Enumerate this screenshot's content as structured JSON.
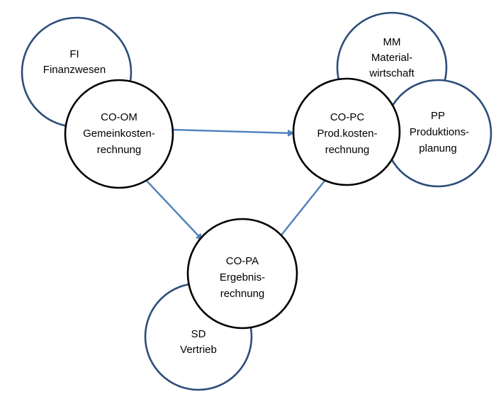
{
  "colors": {
    "module_border": "#2c4d7a",
    "core_border": "#000000",
    "arrow": "#4f7fbd"
  },
  "modules": {
    "fi": {
      "line1": "FI",
      "line2": "Finanzwesen"
    },
    "mm": {
      "line1": "MM",
      "line2": "Material-",
      "line3": "wirtschaft"
    },
    "pp": {
      "line1": "PP",
      "line2": "Produktions-",
      "line3": "planung"
    },
    "sd": {
      "line1": "SD",
      "line2": "Vertrieb"
    },
    "co_om": {
      "line1": "CO-OM",
      "line2": "Gemeinkosten-",
      "line3": "rechnung"
    },
    "co_pc": {
      "line1": "CO-PC",
      "line2": "Prod.kosten-",
      "line3": "rechnung"
    },
    "co_pa": {
      "line1": "CO-PA",
      "line2": "Ergebnis-",
      "line3": "rechnung"
    }
  },
  "connections": [
    {
      "from": "CO-OM",
      "to": "CO-PC"
    },
    {
      "from": "CO-OM",
      "to": "CO-PA"
    },
    {
      "from": "CO-PC",
      "to": "CO-PA"
    }
  ]
}
